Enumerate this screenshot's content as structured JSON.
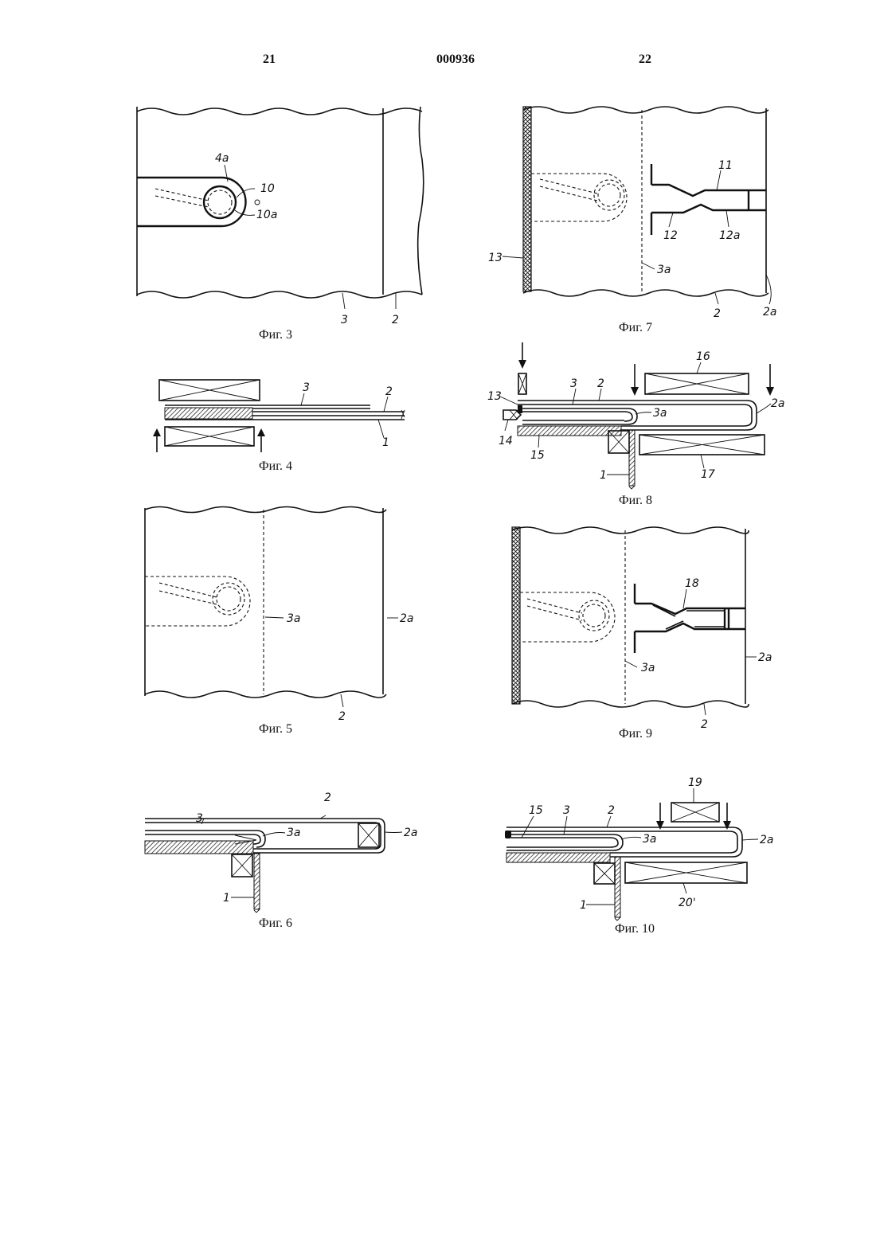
{
  "header": {
    "left_page": "21",
    "doc_number": "000936",
    "right_page": "22"
  },
  "figures": [
    {
      "caption": "Фиг. 3",
      "labels": [
        "4a",
        "10",
        "10a",
        "3",
        "2"
      ]
    },
    {
      "caption": "Фиг. 4",
      "labels": [
        "3",
        "2",
        "1"
      ]
    },
    {
      "caption": "Фиг. 5",
      "labels": [
        "3a",
        "2a",
        "2"
      ]
    },
    {
      "caption": "Фиг. 6",
      "labels": [
        "3",
        "2",
        "3a",
        "2a",
        "1"
      ]
    },
    {
      "caption": "Фиг. 7",
      "labels": [
        "11",
        "12",
        "12a",
        "13",
        "3a",
        "2",
        "2a"
      ]
    },
    {
      "caption": "Фиг. 8",
      "labels": [
        "16",
        "13",
        "3",
        "2",
        "2a",
        "3a",
        "14",
        "15",
        "1",
        "17"
      ]
    },
    {
      "caption": "Фиг. 9",
      "labels": [
        "18",
        "3a",
        "2a",
        "2"
      ]
    },
    {
      "caption": "Фиг. 10",
      "labels": [
        "19",
        "15",
        "3",
        "2",
        "3a",
        "2a",
        "1",
        "20'"
      ]
    }
  ]
}
